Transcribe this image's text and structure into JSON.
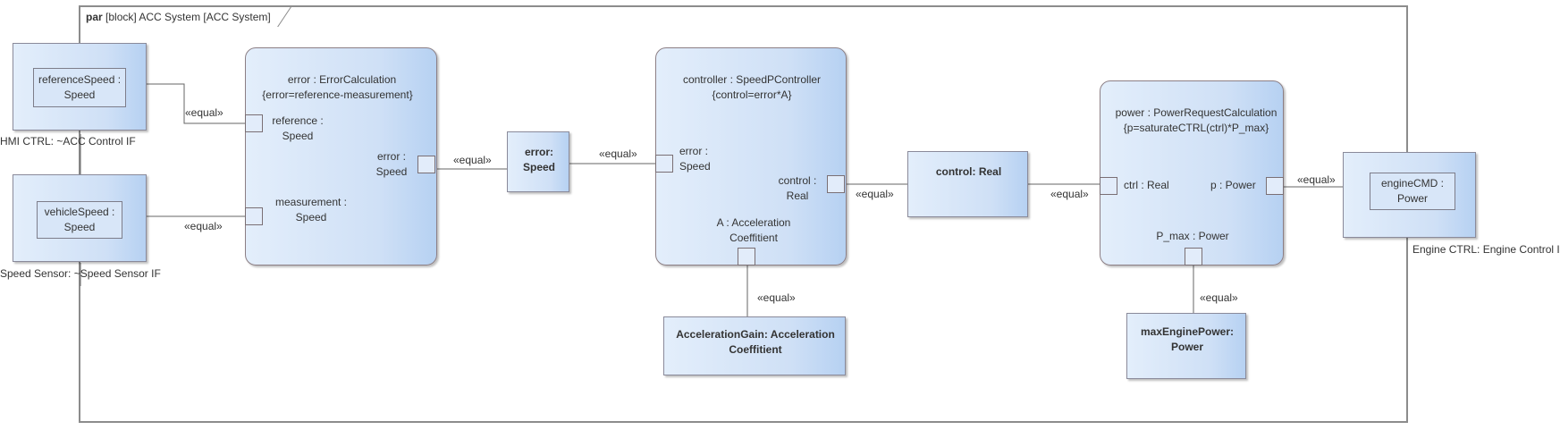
{
  "frame": {
    "keyword": "par",
    "title": "[block] ACC System [ACC System]"
  },
  "connector_label": "«equal»",
  "ports_outer": {
    "hmi": {
      "label": "HMI CTRL: ~ACC Control IF",
      "inner_line1": "referenceSpeed :",
      "inner_line2": "Speed"
    },
    "speed_sensor": {
      "label": "Speed Sensor: ~Speed Sensor IF",
      "inner_line1": "vehicleSpeed :",
      "inner_line2": "Speed"
    },
    "engine": {
      "label": "Engine CTRL: Engine Control I",
      "inner_line1": "engineCMD :",
      "inner_line2": "Power"
    }
  },
  "constraints": {
    "error": {
      "title": "error : ErrorCalculation",
      "formula": "{error=reference-measurement}",
      "p_reference_1": "reference :",
      "p_reference_2": "Speed",
      "p_measurement_1": "measurement :",
      "p_measurement_2": "Speed",
      "p_error_1": "error :",
      "p_error_2": "Speed"
    },
    "controller": {
      "title": "controller : SpeedPController",
      "formula": "{control=error*A}",
      "p_error_1": "error :",
      "p_error_2": "Speed",
      "p_control_1": "control :",
      "p_control_2": "Real",
      "p_a_1": "A : Acceleration",
      "p_a_2": "Coeffitient"
    },
    "power": {
      "title": "power : PowerRequestCalculation",
      "formula": "{p=saturateCTRL(ctrl)*P_max}",
      "p_ctrl": "ctrl : Real",
      "p_p": "p : Power",
      "p_pmax": "P_max : Power"
    }
  },
  "properties": {
    "error_speed_1": "error:",
    "error_speed_2": "Speed",
    "control_real": "control: Real",
    "accel_gain_1": "AccelerationGain: Acceleration",
    "accel_gain_2": "Coeffitient",
    "max_power_1": "maxEnginePower:",
    "max_power_2": "Power"
  }
}
